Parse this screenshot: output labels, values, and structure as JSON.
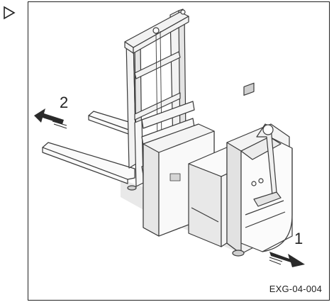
{
  "section_marker": {
    "icon": "play-triangle-outline-icon"
  },
  "illustration": {
    "subject": "pallet-stacker-truck",
    "line_color": "#3a3a3a",
    "shade_color": "#d9d9d9"
  },
  "direction_labels": {
    "forward": "1",
    "backward": "2"
  },
  "figure_code": "EXG-04-004"
}
